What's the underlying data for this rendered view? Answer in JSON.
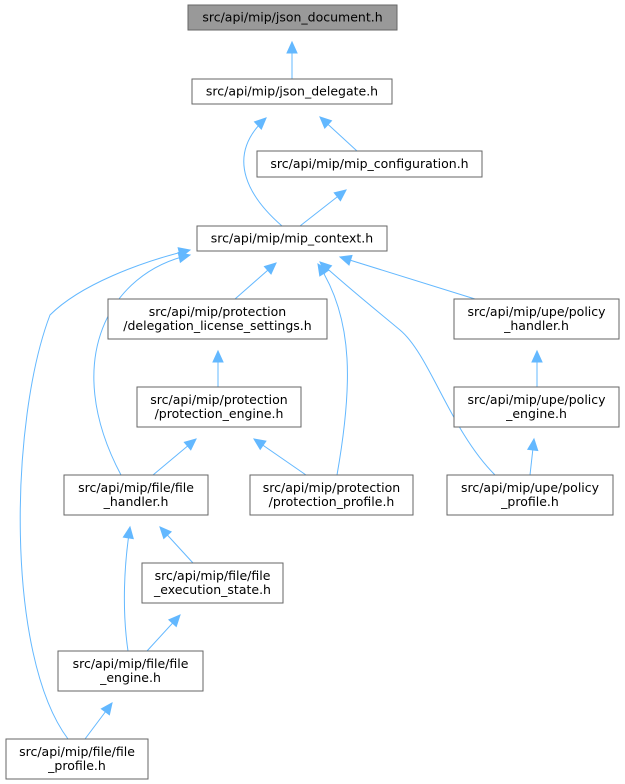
{
  "colors": {
    "edge": "#63b8ff",
    "node_border": "#666666",
    "root_fill": "#999999",
    "node_fill": "#ffffff"
  },
  "nodes": [
    {
      "id": "json_document",
      "lines": [
        "src/api/mip/json_document.h"
      ],
      "root": true
    },
    {
      "id": "json_delegate",
      "lines": [
        "src/api/mip/json_delegate.h"
      ]
    },
    {
      "id": "mip_configuration",
      "lines": [
        "src/api/mip/mip_configuration.h"
      ]
    },
    {
      "id": "mip_context",
      "lines": [
        "src/api/mip/mip_context.h"
      ]
    },
    {
      "id": "delegation_license_settings",
      "lines": [
        "src/api/mip/protection",
        "/delegation_license_settings.h"
      ]
    },
    {
      "id": "policy_handler",
      "lines": [
        "src/api/mip/upe/policy",
        "_handler.h"
      ]
    },
    {
      "id": "protection_engine",
      "lines": [
        "src/api/mip/protection",
        "/protection_engine.h"
      ]
    },
    {
      "id": "policy_engine",
      "lines": [
        "src/api/mip/upe/policy",
        "_engine.h"
      ]
    },
    {
      "id": "file_handler",
      "lines": [
        "src/api/mip/file/file",
        "_handler.h"
      ]
    },
    {
      "id": "protection_profile",
      "lines": [
        "src/api/mip/protection",
        "/protection_profile.h"
      ]
    },
    {
      "id": "policy_profile",
      "lines": [
        "src/api/mip/upe/policy",
        "_profile.h"
      ]
    },
    {
      "id": "file_execution_state",
      "lines": [
        "src/api/mip/file/file",
        "_execution_state.h"
      ]
    },
    {
      "id": "file_engine",
      "lines": [
        "src/api/mip/file/file",
        "_engine.h"
      ]
    },
    {
      "id": "file_profile",
      "lines": [
        "src/api/mip/file/file",
        "_profile.h"
      ]
    }
  ],
  "edges": [
    {
      "from": "json_delegate",
      "to": "json_document"
    },
    {
      "from": "mip_configuration",
      "to": "json_delegate"
    },
    {
      "from": "mip_context",
      "to": "json_delegate"
    },
    {
      "from": "mip_context",
      "to": "mip_configuration"
    },
    {
      "from": "delegation_license_settings",
      "to": "mip_context"
    },
    {
      "from": "policy_handler",
      "to": "mip_context"
    },
    {
      "from": "file_handler",
      "to": "mip_context"
    },
    {
      "from": "protection_profile",
      "to": "mip_context"
    },
    {
      "from": "policy_profile",
      "to": "mip_context"
    },
    {
      "from": "file_profile",
      "to": "mip_context"
    },
    {
      "from": "protection_engine",
      "to": "delegation_license_settings"
    },
    {
      "from": "policy_engine",
      "to": "policy_handler"
    },
    {
      "from": "file_handler",
      "to": "protection_engine"
    },
    {
      "from": "protection_profile",
      "to": "protection_engine"
    },
    {
      "from": "policy_profile",
      "to": "policy_engine"
    },
    {
      "from": "file_execution_state",
      "to": "file_handler"
    },
    {
      "from": "file_engine",
      "to": "file_handler"
    },
    {
      "from": "file_engine",
      "to": "file_execution_state"
    },
    {
      "from": "file_profile",
      "to": "file_engine"
    }
  ]
}
